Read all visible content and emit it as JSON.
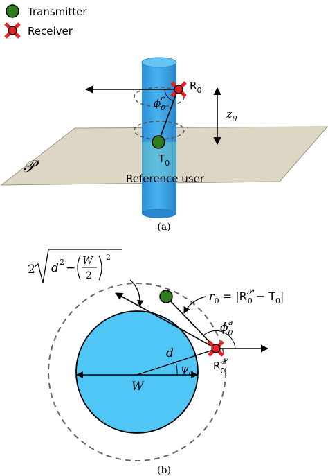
{
  "legend": {
    "transmitter_label": "Transmitter",
    "receiver_label": "Receiver"
  },
  "panel_a": {
    "caption": "(a)",
    "receiver_label": "R",
    "receiver_sub": "0",
    "transmitter_label": "T",
    "transmitter_sub": "0",
    "angle_label": "ϕ",
    "angle_sup": "e",
    "angle_sub": "0",
    "height_label": "z",
    "height_sub": "0",
    "plane_label": "𝒫",
    "reference_label": "Reference user"
  },
  "panel_b": {
    "caption": "(b)",
    "chord_formula": {
      "coef": "2",
      "d": "d",
      "d_exp": "2",
      "minus": "−",
      "W": "W",
      "half": "2",
      "outer_exp": "2"
    },
    "distance_formula": {
      "r": "r",
      "r_sub": "0",
      "eq": " = |",
      "R": "R",
      "R_sub": "0",
      "R_sup": "𝒫",
      "minus": " − T",
      "T_sub": "0",
      "close": "|"
    },
    "angle_a_label": "ϕ",
    "angle_a_sup": "a",
    "angle_a_sub": "0",
    "angle_psi_label": "ψ",
    "angle_psi_sub": "0",
    "d_label": "d",
    "W_label": "W",
    "receiver_label": "R",
    "receiver_sub": "0",
    "receiver_sup": "𝒫"
  },
  "colors": {
    "transmitter": "#2e7d1f",
    "receiver": "#e52222",
    "cylinder": "#3aa6e8",
    "plane": "#ddd6c4",
    "disc": "#4fc6f5",
    "dashed": "#666666"
  }
}
